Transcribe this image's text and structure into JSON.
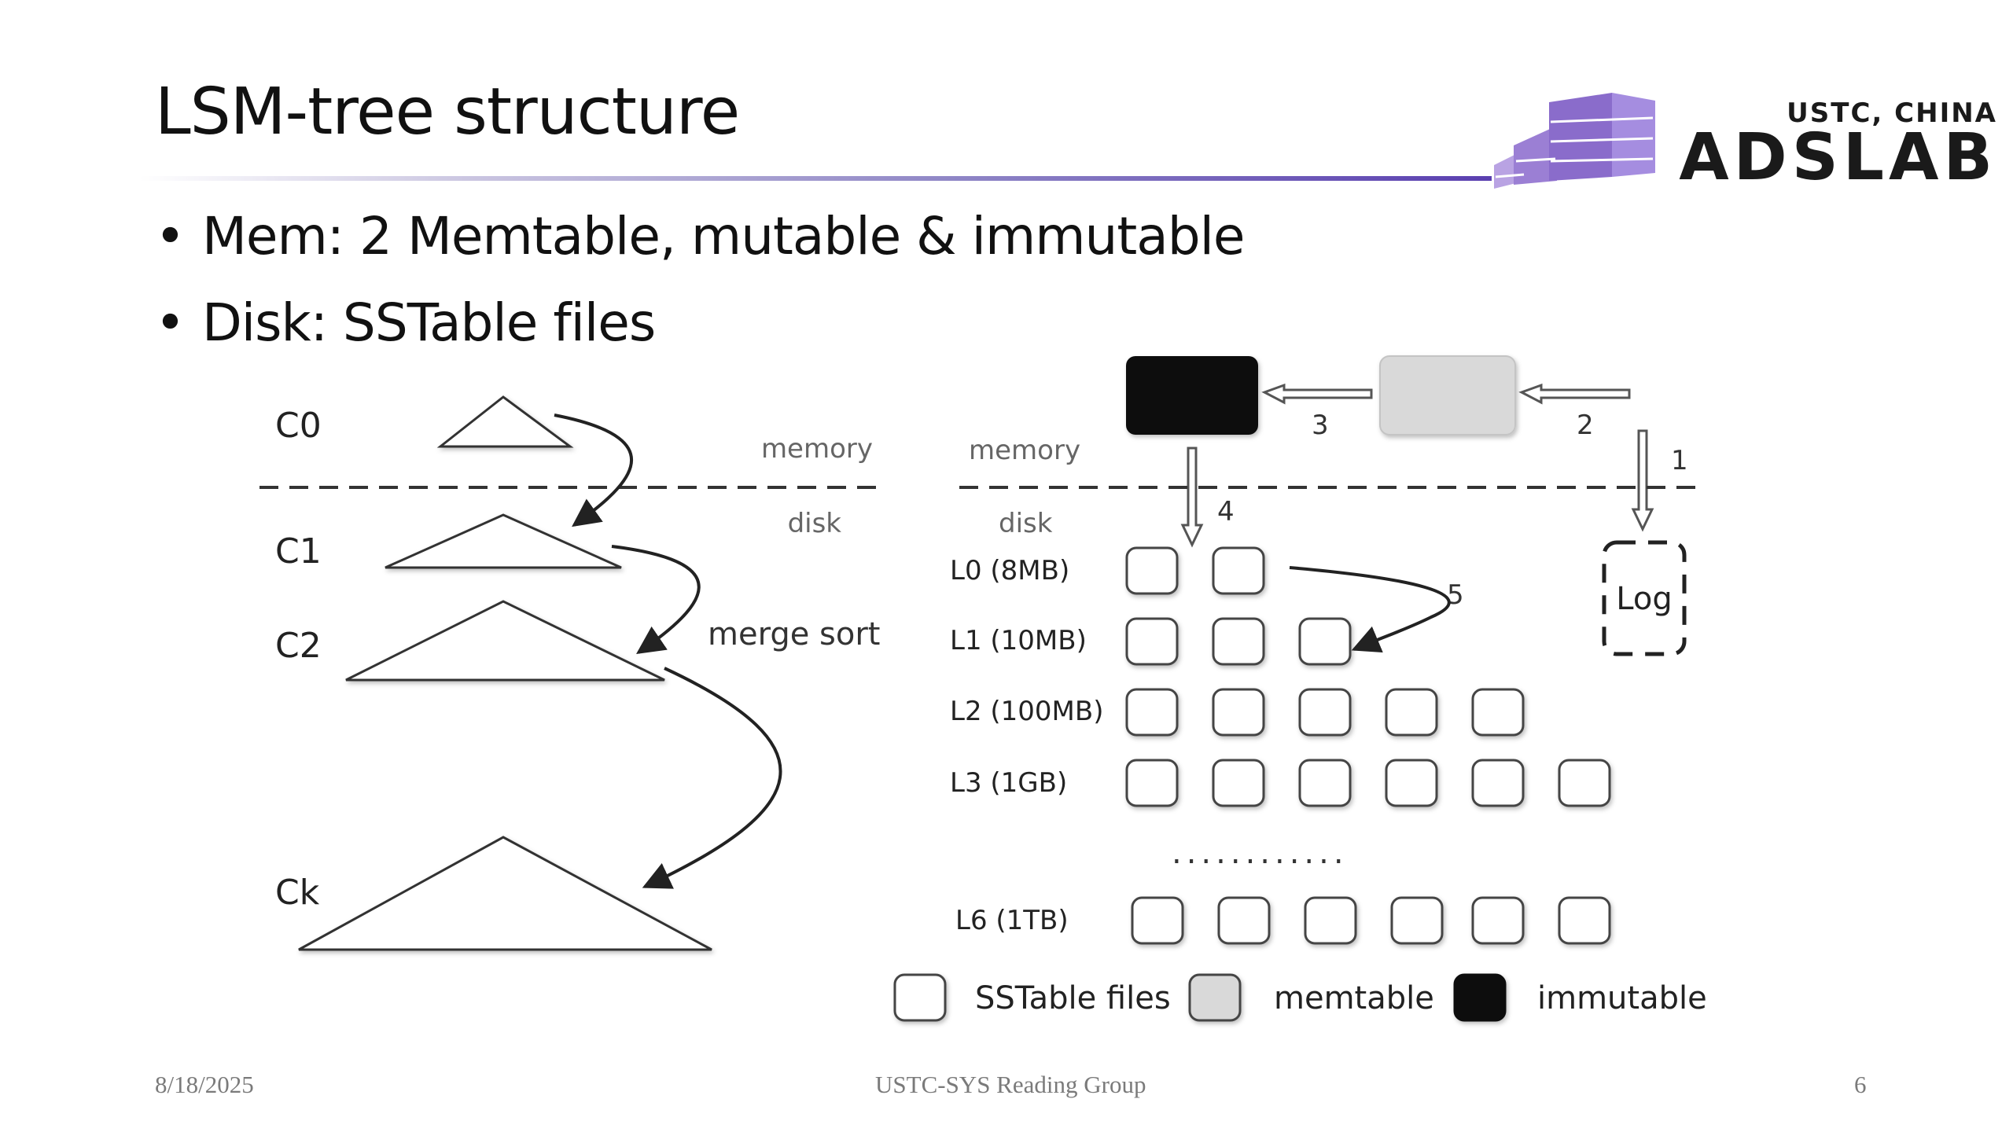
{
  "slide": {
    "title": "LSM-tree structure",
    "bullets": [
      "Mem: 2 Memtable, mutable & immutable",
      "Disk: SSTable files"
    ],
    "footer": {
      "date": "8/18/2025",
      "center": "USTC-SYS Reading Group",
      "page": "6"
    }
  },
  "logo": {
    "top_text": "USTC, CHINA",
    "main_text": "ADSLAB",
    "color": "#9b7fd4",
    "text_color": "#1a1a1a"
  },
  "left_diagram": {
    "levels": [
      "C0",
      "C1",
      "C2",
      "Ck"
    ],
    "memory_label": "memory",
    "disk_label": "disk",
    "merge_label": "merge sort"
  },
  "right_diagram": {
    "memory_label": "memory",
    "disk_label": "disk",
    "step_labels": [
      "1",
      "2",
      "3",
      "4",
      "5"
    ],
    "levels": [
      {
        "label": "L0 (8MB)",
        "files": 2
      },
      {
        "label": "L1 (10MB)",
        "files": 3
      },
      {
        "label": "L2 (100MB)",
        "files": 5
      },
      {
        "label": "L3 (1GB)",
        "files": 6
      },
      {
        "label": "L6 (1TB)",
        "files": 6
      }
    ],
    "log_label": "Log",
    "ellipsis": "............",
    "legend": {
      "sstable": "SSTable files",
      "memtable": "memtable",
      "immutable": "immutable"
    },
    "colors": {
      "immutable": "#111111",
      "memtable": "#d9d9d9",
      "sstable": "#ffffff"
    }
  }
}
